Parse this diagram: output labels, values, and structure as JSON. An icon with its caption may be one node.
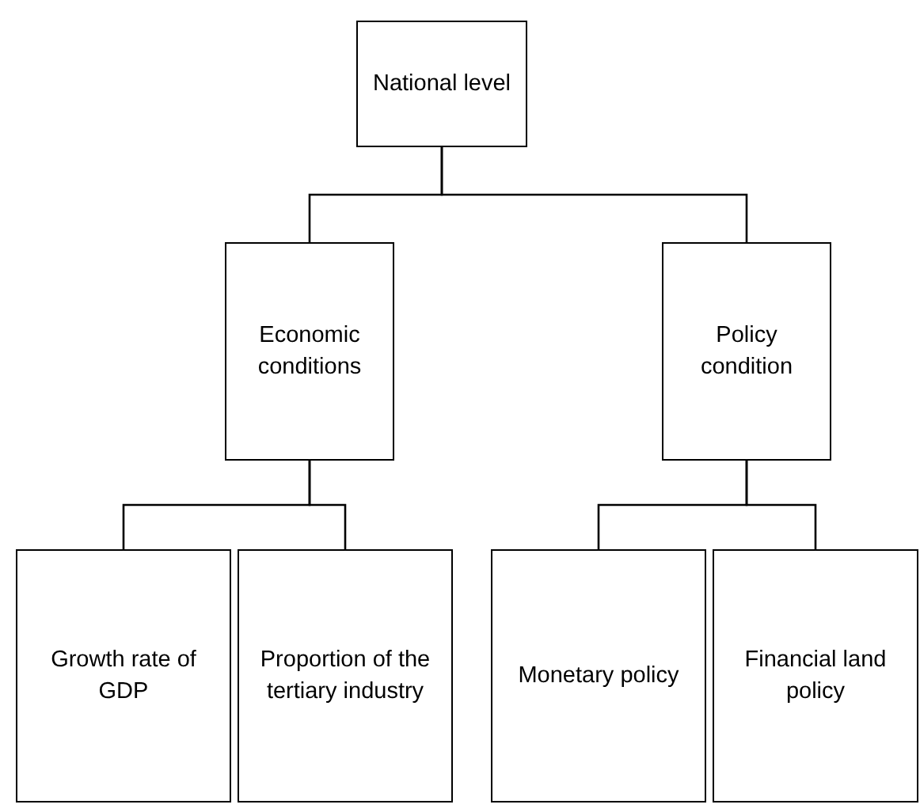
{
  "diagram": {
    "nodes": [
      {
        "text": [
          "National level"
        ]
      },
      {
        "text": [
          "Economic conditions"
        ]
      },
      {
        "text": [
          "Policy condition"
        ]
      },
      {
        "text": [
          "Growth rate of GDP"
        ]
      },
      {
        "text": [
          "Proportion of the tertiary industry"
        ]
      },
      {
        "text": [
          "Monetary policy"
        ]
      },
      {
        "text": [
          "Financial land policy"
        ]
      }
    ],
    "edges": [
      {
        "from": 0,
        "to": 1,
        "arrow": "none"
      },
      {
        "from": 0,
        "to": 2,
        "arrow": "none"
      },
      {
        "from": 1,
        "to": 3,
        "arrow": "none"
      },
      {
        "from": 1,
        "to": 4,
        "arrow": "none"
      },
      {
        "from": 2,
        "to": 5,
        "arrow": "none"
      },
      {
        "from": 2,
        "to": 6,
        "arrow": "none"
      }
    ]
  }
}
